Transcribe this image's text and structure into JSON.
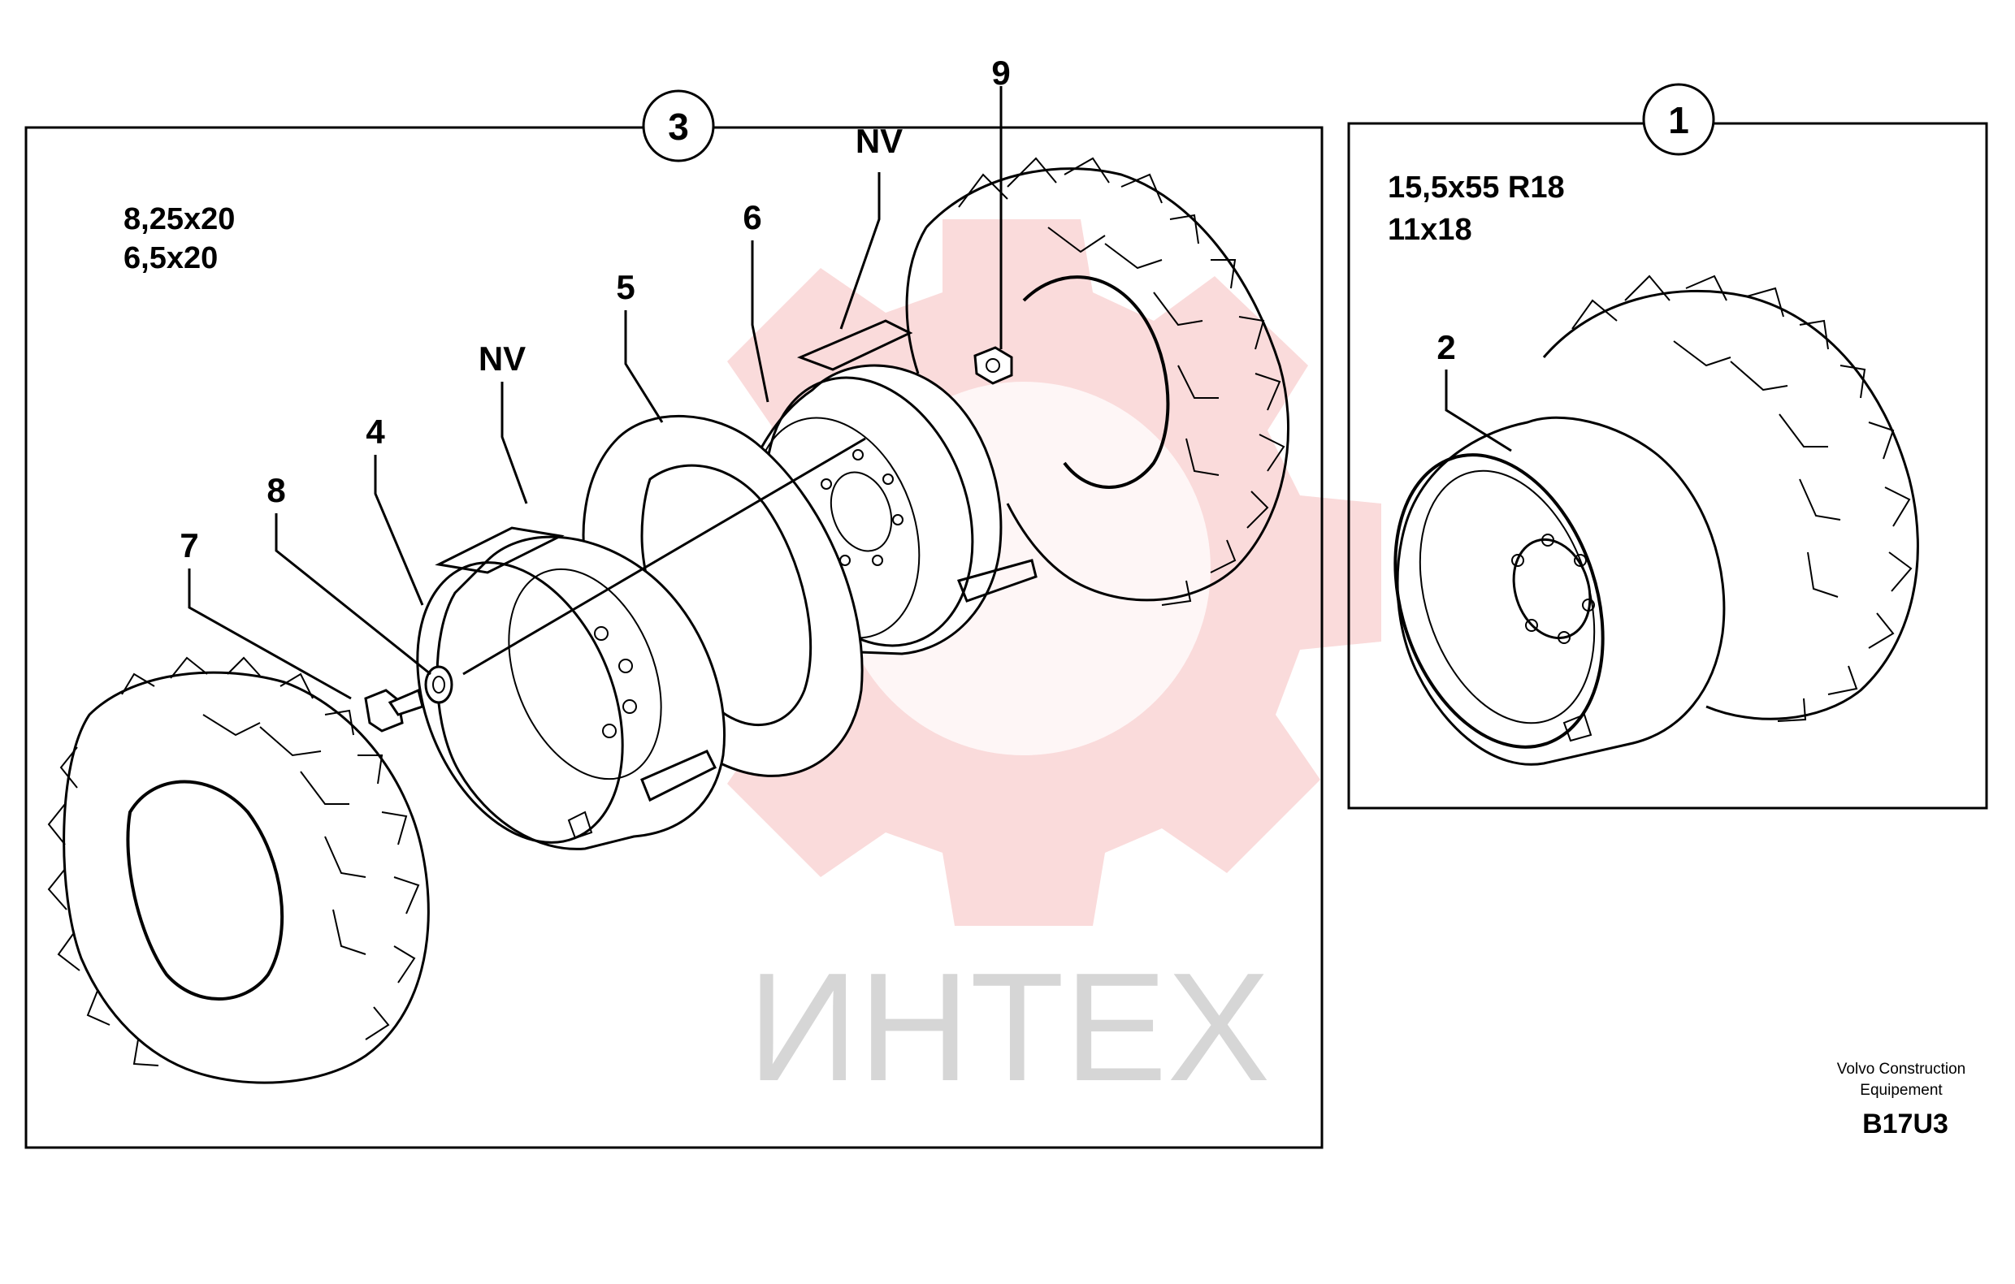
{
  "left_panel": {
    "group_number": "3",
    "tire_sizes": [
      "8,25x20",
      "6,5x20"
    ],
    "callouts": {
      "c4": "4",
      "c5": "5",
      "c6": "6",
      "c7": "7",
      "c8": "8",
      "c9": "9",
      "nv_left": "NV",
      "nv_right": "NV"
    }
  },
  "right_panel": {
    "group_number": "1",
    "tire_sizes": [
      "15,5x55 R18",
      "11x18"
    ],
    "callouts": {
      "c2": "2"
    }
  },
  "watermark": {
    "text": "ИНТЕХ",
    "color": "#e53935"
  },
  "footer": {
    "maker_line1": "Volvo Construction",
    "maker_line2": "Equipement",
    "figure_code": "B17U3"
  }
}
